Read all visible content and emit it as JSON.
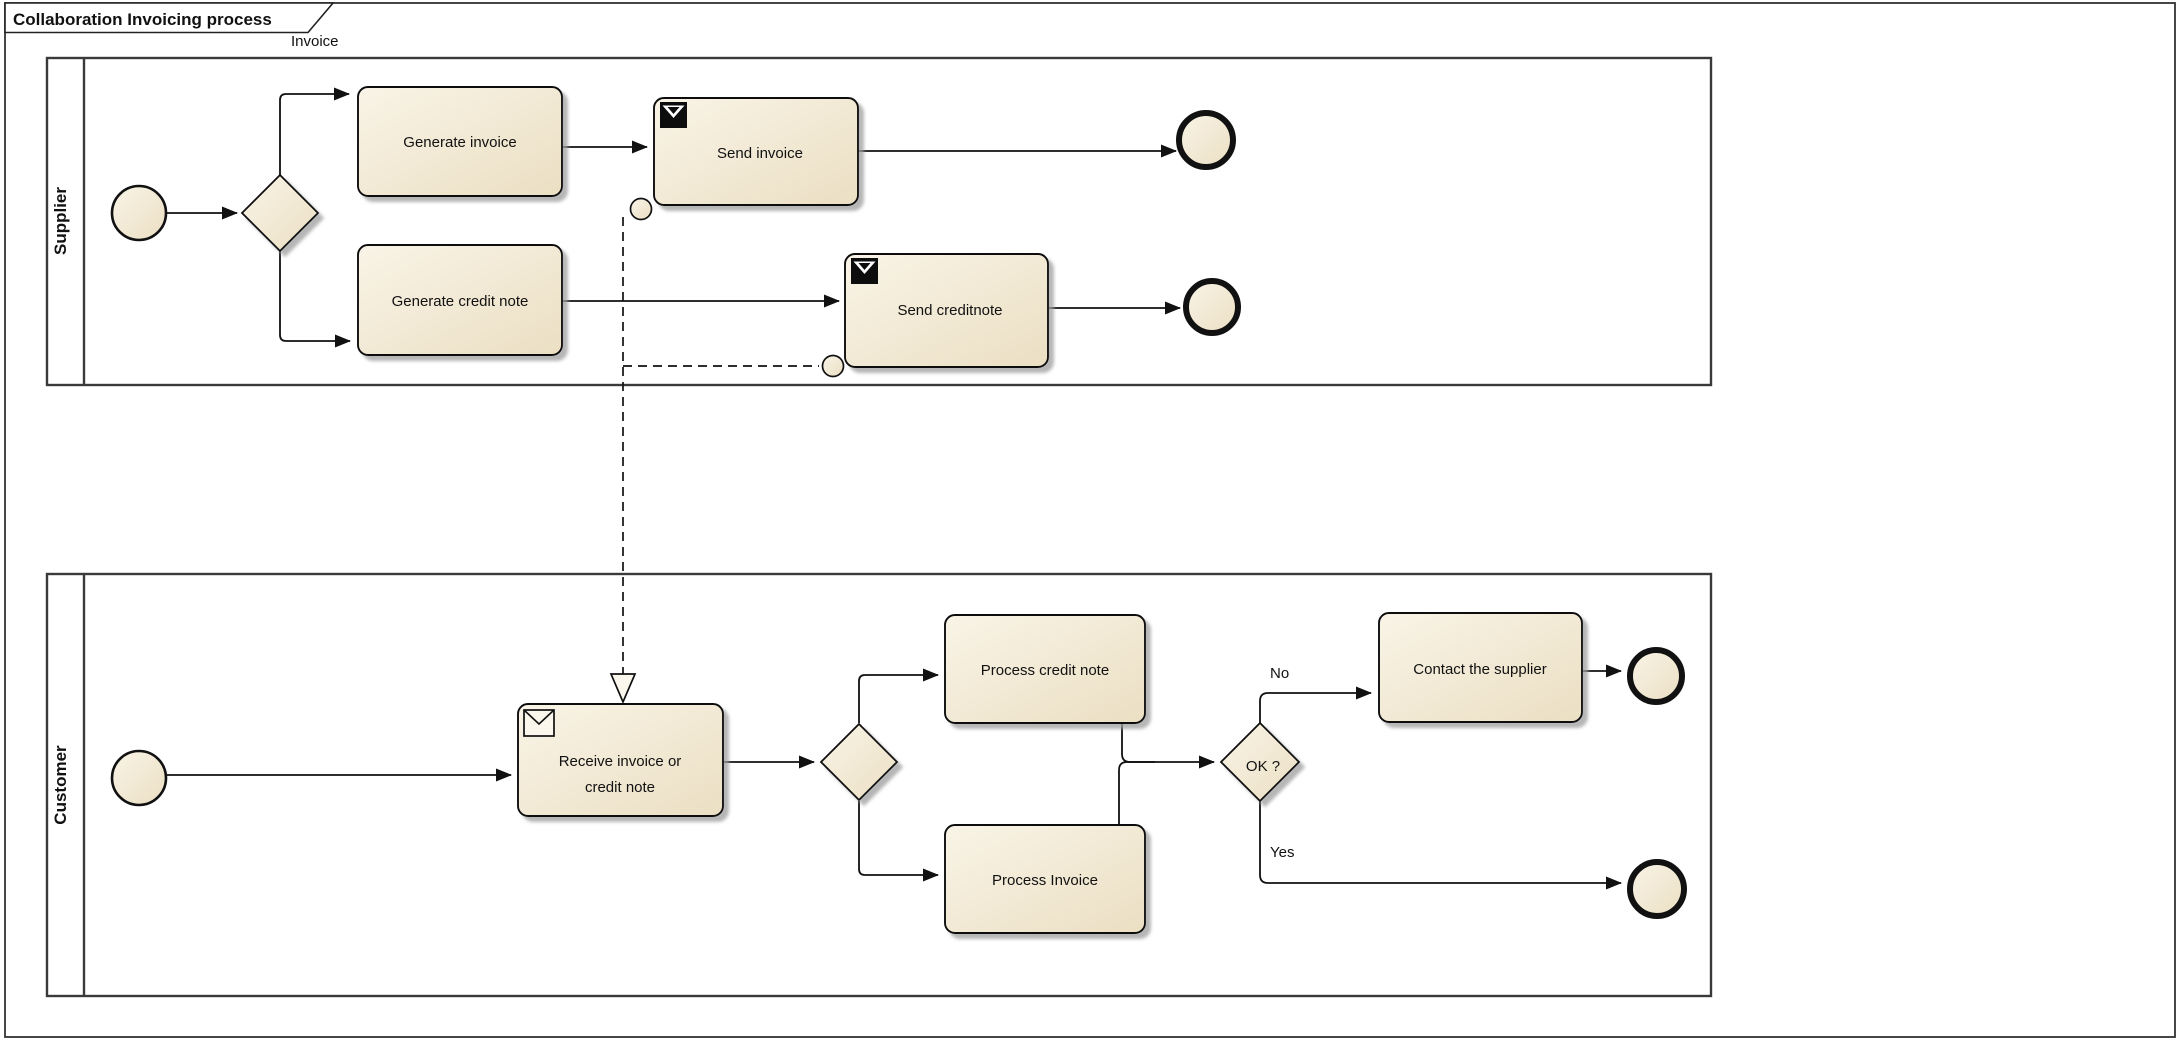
{
  "diagram": {
    "title": "Collaboration Invoicing process",
    "frame_label": "Invoice",
    "colors": {
      "background": "#FFFFFF",
      "shape_fill_top": "#F9F4E7",
      "shape_fill_bottom": "#EBDFC3",
      "line_stroke": "#111111",
      "pool_stroke": "#3A3A3A",
      "shadow": "#9E9E9E"
    },
    "pools": [
      {
        "label": "Supplier"
      },
      {
        "label": "Customer"
      }
    ],
    "nodes": {
      "generate_invoice": {
        "label": "Generate invoice"
      },
      "send_invoice": {
        "label": "Send invoice",
        "icon": "message-send-icon"
      },
      "generate_credit_note": {
        "label": "Generate credit note"
      },
      "send_creditnote": {
        "label": "Send creditnote",
        "icon": "message-send-icon"
      },
      "receive_invoice": {
        "line1": "Receive invoice or",
        "line2": "credit note",
        "icon": "message-receive-icon"
      },
      "process_credit_note": {
        "label": "Process credit note"
      },
      "process_invoice": {
        "label": "Process Invoice"
      },
      "contact_supplier": {
        "label": "Contact the supplier"
      },
      "gateway_ok": {
        "label": "OK ?"
      }
    },
    "flow_labels": {
      "no": "No",
      "yes": "Yes"
    }
  }
}
